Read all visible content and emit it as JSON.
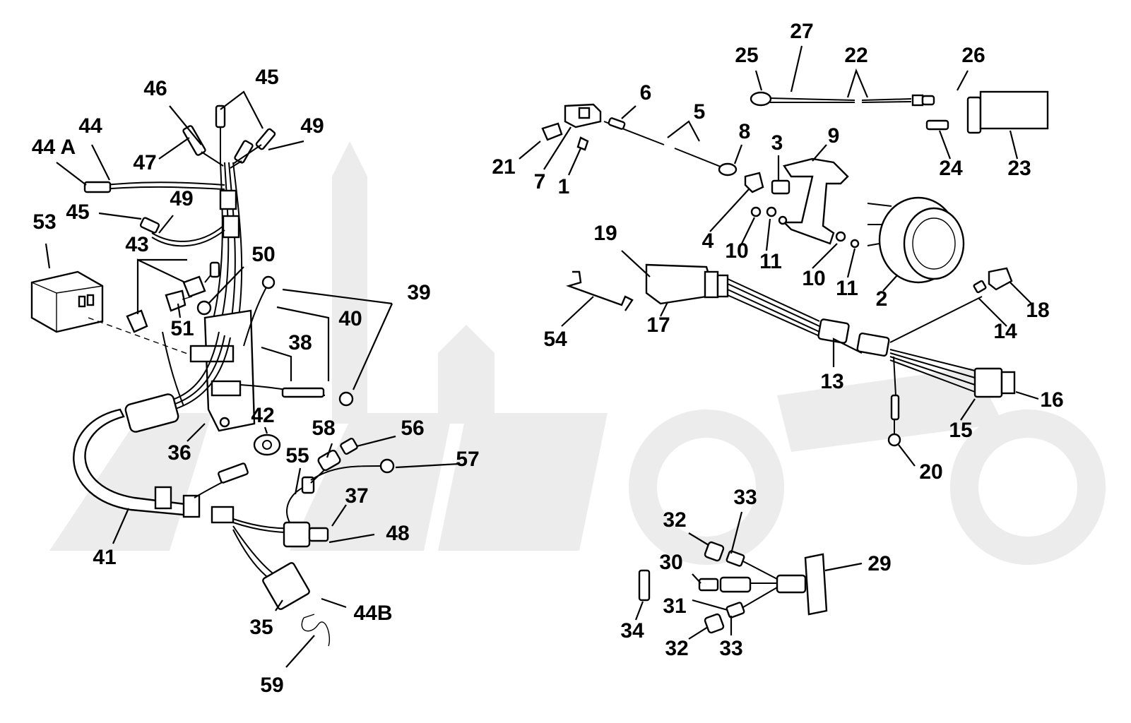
{
  "diagram": {
    "labels": [
      "1",
      "2",
      "3",
      "4",
      "5",
      "6",
      "7",
      "8",
      "9",
      "10",
      "10",
      "11",
      "11",
      "13",
      "14",
      "15",
      "16",
      "17",
      "18",
      "19",
      "20",
      "21",
      "22",
      "23",
      "24",
      "25",
      "26",
      "27",
      "29",
      "30",
      "31",
      "32",
      "32",
      "33",
      "33",
      "34",
      "35",
      "36",
      "37",
      "38",
      "39",
      "40",
      "41",
      "42",
      "43",
      "44",
      "44 A",
      "44B",
      "45",
      "45",
      "46",
      "47",
      "48",
      "49",
      "49",
      "50",
      "51",
      "53",
      "54",
      "55",
      "56",
      "57",
      "58",
      "59"
    ]
  }
}
